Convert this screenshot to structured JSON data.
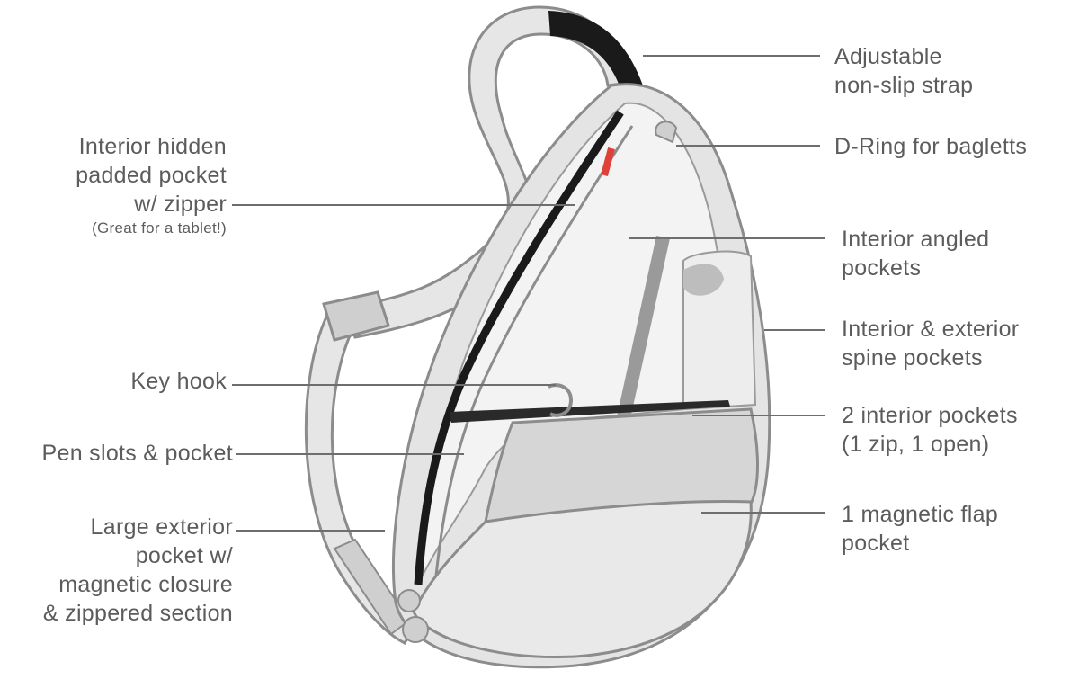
{
  "labels": {
    "left": [
      {
        "id": "interior-hidden-pocket",
        "lines": [
          "Interior hidden",
          "padded pocket",
          "w/ zipper"
        ],
        "note": "(Great for a tablet!)"
      },
      {
        "id": "key-hook",
        "lines": [
          "Key hook"
        ]
      },
      {
        "id": "pen-slots",
        "lines": [
          "Pen slots & pocket"
        ]
      },
      {
        "id": "large-exterior-pocket",
        "lines": [
          "Large exterior",
          "pocket w/",
          "magnetic closure",
          "& zippered section"
        ]
      }
    ],
    "right": [
      {
        "id": "adjustable-strap",
        "lines": [
          "Adjustable",
          "non-slip strap"
        ]
      },
      {
        "id": "d-ring",
        "lines": [
          "D-Ring for bagletts"
        ]
      },
      {
        "id": "interior-angled-pockets",
        "lines": [
          "Interior angled",
          "pockets"
        ]
      },
      {
        "id": "spine-pockets",
        "lines": [
          "Interior & exterior",
          "spine pockets"
        ]
      },
      {
        "id": "two-interior-pockets",
        "lines": [
          "2 interior pockets",
          "(1 zip, 1 open)"
        ]
      },
      {
        "id": "magnetic-flap-pocket",
        "lines": [
          "1 magnetic flap",
          "pocket"
        ]
      }
    ]
  },
  "colors": {
    "outline": "#8c8c8c",
    "bag_fill": "#e4e4e4",
    "interior_fill": "#f2f2f2",
    "strap_dark": "#1a1a1a",
    "zipper_red": "#e0403a",
    "leader": "#6e6e6e",
    "text": "#5c5c5c"
  }
}
